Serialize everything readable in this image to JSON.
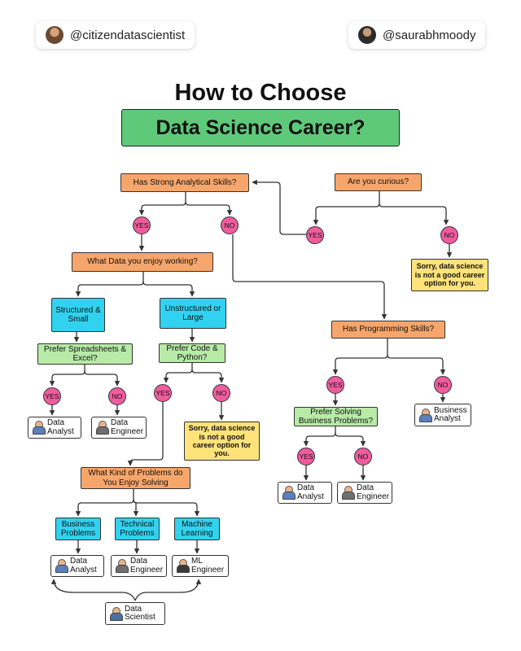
{
  "handles": {
    "left": "@citizendatascientist",
    "right": "@saurabhmoody"
  },
  "title": "How to Choose",
  "banner": "Data Science Career?",
  "nodes": {
    "analytical": "Has Strong Analytical Skills?",
    "curious": "Are you curious?",
    "what_data": "What Data you enjoy working?",
    "structured": "Structured & Small",
    "unstructured": "Unstructured or Large",
    "spreadsheets": "Prefer Spreadsheets & Excel?",
    "code": "Prefer Code & Python?",
    "programming": "Has Programming Skills?",
    "solving": "Prefer Solving Business Problems?",
    "problems": "What Kind of Problems do You Enjoy Solving",
    "business_problems": "Business Problems",
    "technical_problems": "Technical Problems",
    "machine_learning": "Machine Learning",
    "sorry_1": "Sorry, data science is not a good career option for you.",
    "sorry_2": "Sorry, data science is not a good career option for you."
  },
  "answers": {
    "yes": "YES",
    "no": "NO"
  },
  "roles": {
    "data_analyst": "Data Analyst",
    "data_engineer": "Data Engineer",
    "business_analyst": "Business Analyst",
    "ml_engineer": "ML Engineer",
    "data_scientist": "Data Scientist"
  },
  "colors": {
    "banner": "#5ec979",
    "question": "#f7a66b",
    "category": "#30d2f0",
    "preference": "#b8eaa8",
    "warning": "#ffe27a",
    "answer_pill": "#ef5c9e"
  }
}
